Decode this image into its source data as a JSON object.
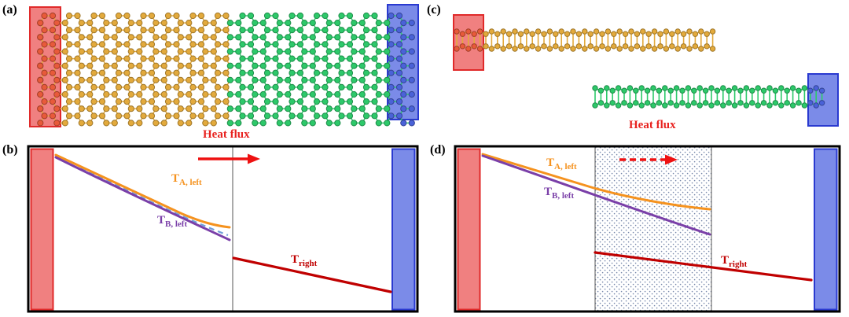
{
  "colors": {
    "reservoir_hot_fill": "#f republic08080",
    "reservoir_hot_fill_fix": "#f08080",
    "reservoir_hot_stroke": "#e02a2a",
    "reservoir_cold_fill": "#7b8be8",
    "reservoir_cold_stroke": "#2a3ad0",
    "atom_yellow": "#e3aa3c",
    "atom_green": "#2dc96a",
    "atom_red": "#e85a3a",
    "atom_blue": "#4a62d8",
    "curve_orange": "#f5921e",
    "curve_purple": "#7a3fa8",
    "curve_dashed_blue": "#6f9fd8",
    "curve_dark_red": "#c00000",
    "arrow_red": "#ee1111",
    "heat_flux_text": "#e8221f",
    "plot_border": "#000000",
    "divider": "#555555",
    "stipple_dot": "#7788aa"
  },
  "panels": {
    "a": {
      "label": "(a)",
      "heat_flux_label": "Heat flux"
    },
    "b": {
      "label": "(b)",
      "t_a": {
        "base": "T",
        "sub": "A, left"
      },
      "t_b": {
        "base": "T",
        "sub": "B, left"
      },
      "t_right": {
        "base": "T",
        "sub": "right"
      }
    },
    "c": {
      "label": "(c)",
      "heat_flux_label": "Heat flux"
    },
    "d": {
      "label": "(d)",
      "t_a": {
        "base": "T",
        "sub": "A, left"
      },
      "t_b": {
        "base": "T",
        "sub": "B, left"
      },
      "t_right": {
        "base": "T",
        "sub": "right"
      }
    }
  }
}
